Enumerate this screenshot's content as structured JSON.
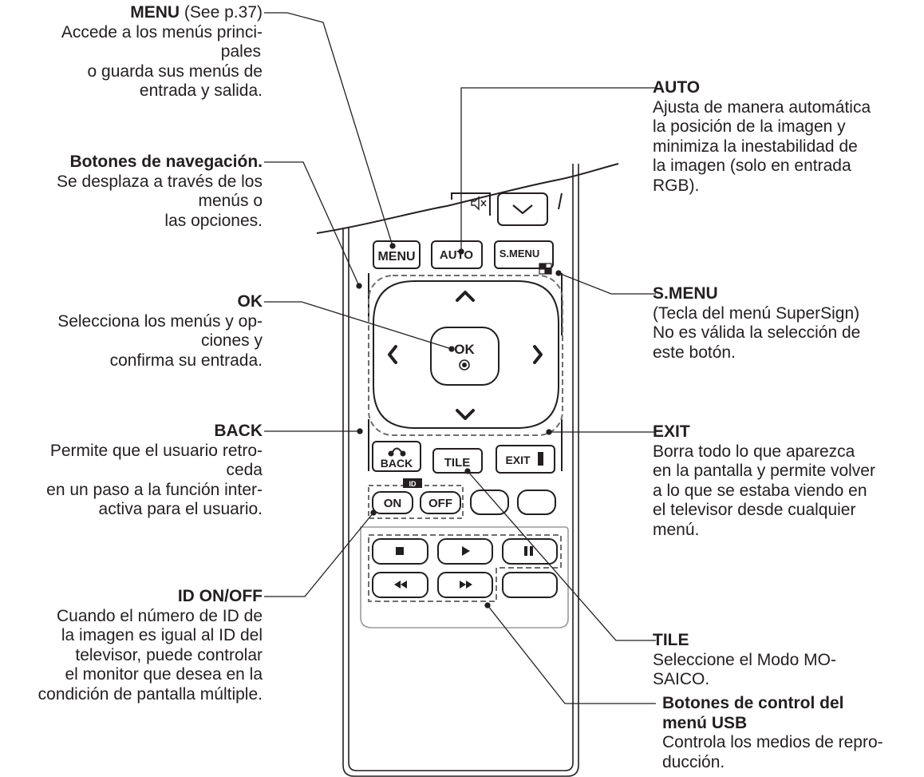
{
  "callouts": {
    "menu": {
      "title": "MENU",
      "suffix": " (See p.37)",
      "lines": [
        "Accede a los menús princi-",
        "pales",
        "o guarda sus menús de",
        "entrada y salida."
      ]
    },
    "nav": {
      "title": "Botones de navegación.",
      "lines": [
        "Se desplaza a través de los",
        "menús o",
        "las opciones."
      ]
    },
    "ok": {
      "title": "OK",
      "lines": [
        "Selecciona los menús y op-",
        "ciones y",
        "confirma su entrada."
      ]
    },
    "back": {
      "title": "BACK",
      "lines": [
        "Permite que el usuario retro-",
        "ceda",
        "en un paso a la función inter-",
        "activa para el usuario."
      ]
    },
    "idonoff": {
      "title": "ID ON/OFF",
      "lines": [
        "Cuando el número de ID de",
        "la imagen es igual al ID del",
        "televisor, puede controlar",
        "el monitor que desea en la",
        "condición de pantalla múltiple."
      ]
    },
    "auto": {
      "title": "AUTO",
      "lines": [
        "Ajusta de manera automática",
        "la posición de la imagen y",
        "minimiza la inestabilidad de",
        "la imagen (solo en entrada",
        "RGB)."
      ]
    },
    "smenu": {
      "title": "S.MENU",
      "lines": [
        "(Tecla del menú SuperSign)",
        "No es válida la selección de",
        "este botón."
      ]
    },
    "exit": {
      "title": "EXIT",
      "lines": [
        "Borra todo lo que aparezca",
        "en la pantalla y permite volver",
        "a lo que se estaba viendo en",
        "el televisor desde cualquier",
        "menú."
      ]
    },
    "tile": {
      "title": "TILE",
      "lines": [
        "Seleccione el Modo MO-",
        "SAICO."
      ]
    },
    "usb": {
      "title_lines": [
        "Botones de control del",
        "menú USB"
      ],
      "lines": [
        "Controla los medios de repro-",
        "ducción."
      ]
    }
  },
  "remote": {
    "menu_button": "MENU",
    "auto_button": "AUTO",
    "smenu_button": "S.MENU",
    "ok_button": "OK",
    "back_button": "BACK",
    "tile_button": "TILE",
    "exit_button": "EXIT",
    "id_label": "ID",
    "on_button": "ON",
    "off_button": "OFF",
    "icons": [
      "mute-icon",
      "chevron-down-icon",
      "up-arrow-icon",
      "left-arrow-icon",
      "right-arrow-icon",
      "down-arrow-icon",
      "stop-icon",
      "play-icon",
      "pause-icon",
      "rewind-icon",
      "fast-forward-icon",
      "back-icon",
      "exit-icon",
      "smenu-icon"
    ]
  }
}
